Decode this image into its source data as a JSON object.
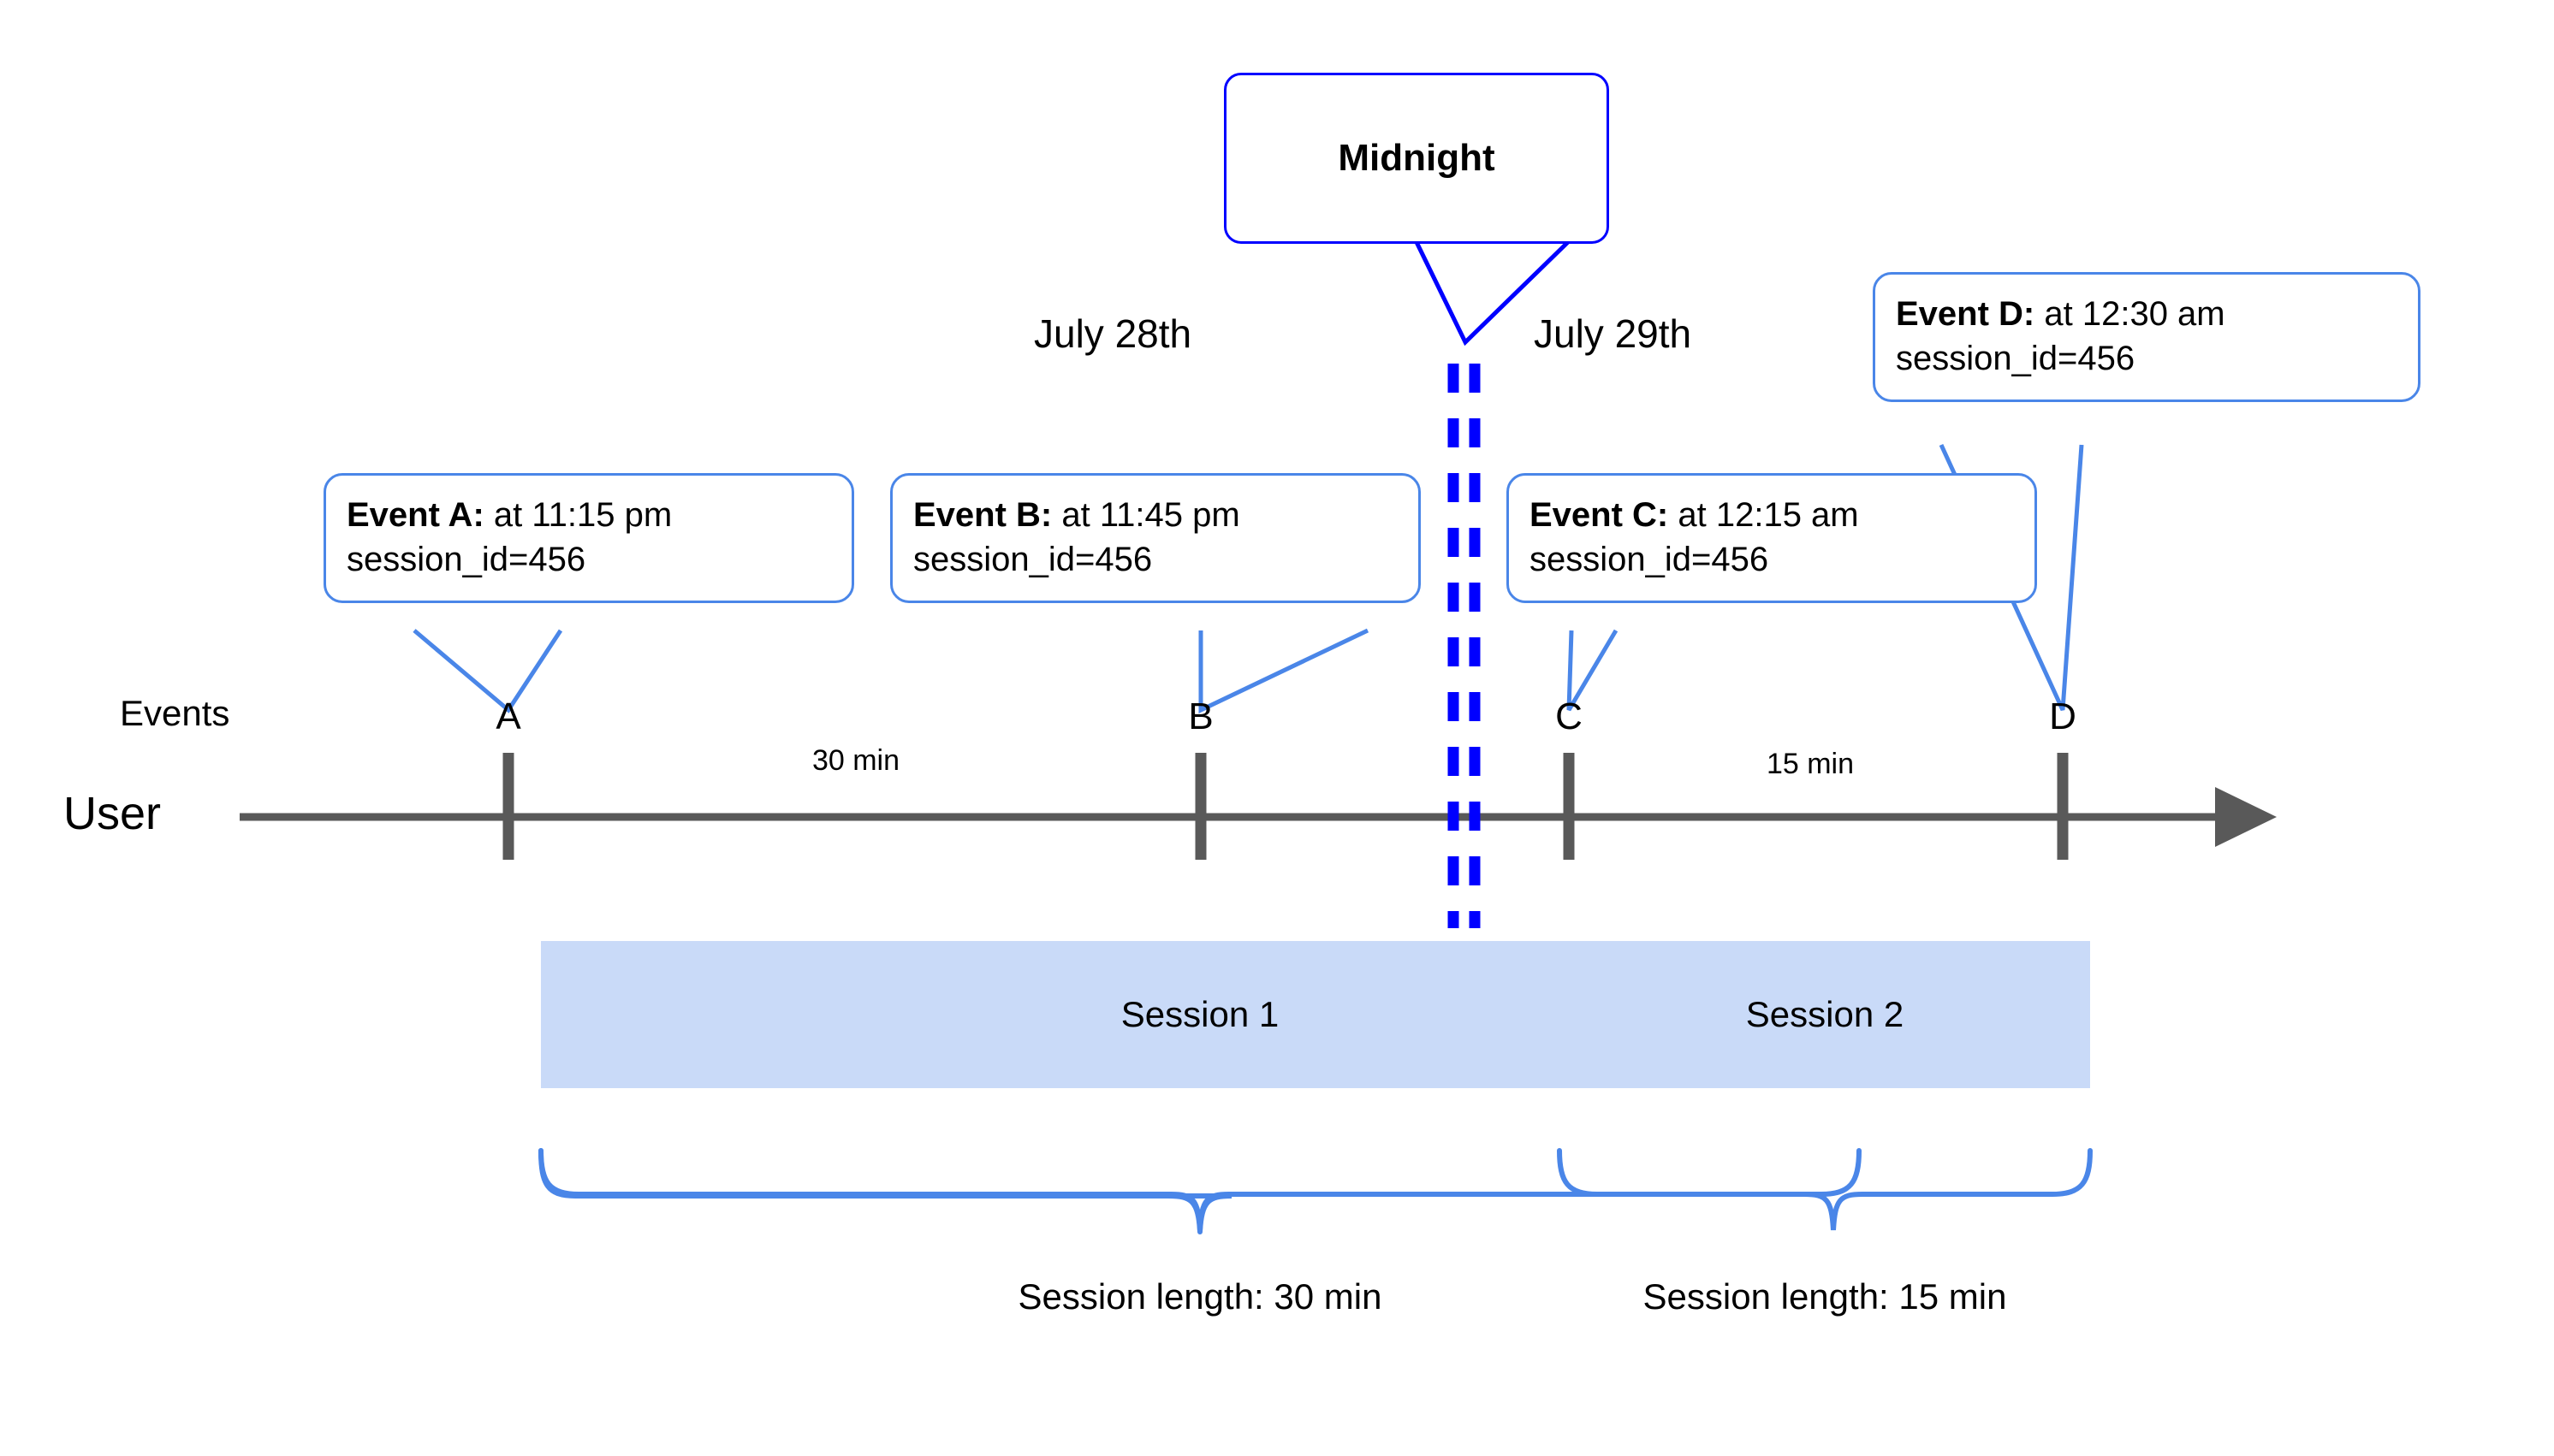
{
  "diagram": {
    "title": "User session timeline across midnight",
    "colors": {
      "callout_border": "#4a86e8",
      "midnight_border": "#0000ff",
      "midnight_dash": "#0000ff",
      "axis": "#595959",
      "session_fill": "#c9daf8",
      "brace": "#4a86e8",
      "text": "#000000",
      "background": "#ffffff"
    }
  },
  "axis": {
    "row_label": "User",
    "events_label": "Events"
  },
  "dates": {
    "left": "July 28th",
    "right": "July 29th"
  },
  "midnight": {
    "label": "Midnight"
  },
  "events": [
    {
      "tick": "A",
      "title": "Event A:",
      "time": " at 11:15 pm",
      "session_id": "session_id=456"
    },
    {
      "tick": "B",
      "title": "Event B:",
      "time": " at 11:45 pm",
      "session_id": "session_id=456"
    },
    {
      "tick": "C",
      "title": "Event C:",
      "time": " at 12:15 am",
      "session_id": "session_id=456"
    },
    {
      "tick": "D",
      "title": "Event D:",
      "time": " at 12:30 am",
      "session_id": "session_id=456"
    }
  ],
  "gaps": [
    {
      "label": "30 min"
    },
    {
      "label": "15 min"
    }
  ],
  "sessions": [
    {
      "name": "Session 1",
      "caption": "Session length: 30 min"
    },
    {
      "name": "Session 2",
      "caption": "Session length: 15 min"
    }
  ],
  "chart_data": {
    "type": "timeline",
    "title": "User session timeline across midnight",
    "axis_label": "User",
    "series_label": "Events",
    "day_boundary": {
      "label": "Midnight",
      "between": [
        "July 28th",
        "July 29th"
      ]
    },
    "points": [
      {
        "tick": "A",
        "time": "11:15 pm",
        "date": "July 28th",
        "session_id": "456",
        "session": "Session 1"
      },
      {
        "tick": "B",
        "time": "11:45 pm",
        "date": "July 28th",
        "session_id": "456",
        "session": "Session 1"
      },
      {
        "tick": "C",
        "time": "12:15 am",
        "date": "July 29th",
        "session_id": "456",
        "session": "Session 2"
      },
      {
        "tick": "D",
        "time": "12:30 am",
        "date": "July 29th",
        "session_id": "456",
        "session": "Session 2"
      }
    ],
    "intervals": [
      {
        "from": "A",
        "to": "B",
        "label": "30 min"
      },
      {
        "from": "C",
        "to": "D",
        "label": "15 min"
      }
    ],
    "sessions": [
      {
        "name": "Session 1",
        "events": [
          "A",
          "B"
        ],
        "length_label": "Session length: 30 min",
        "length_minutes": 30
      },
      {
        "name": "Session 2",
        "events": [
          "C",
          "D"
        ],
        "length_label": "Session length: 15 min",
        "length_minutes": 15
      }
    ]
  }
}
